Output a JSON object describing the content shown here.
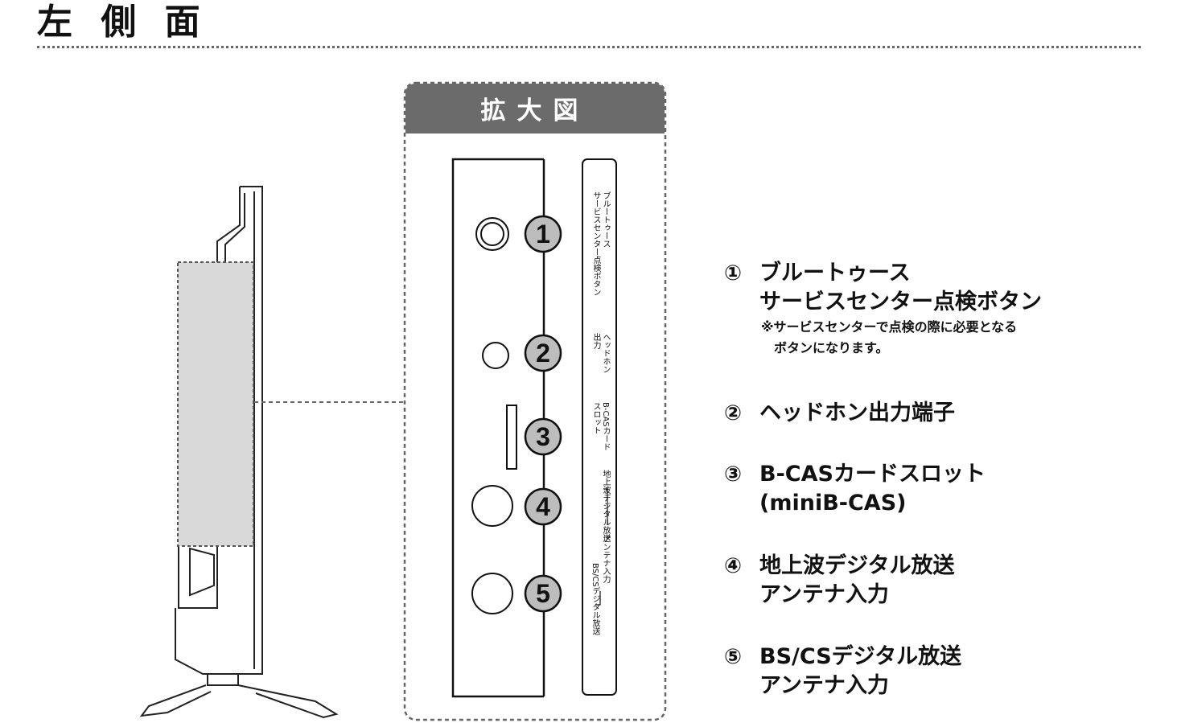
{
  "page_title": "左 側 面",
  "zoom_header": "拡大図",
  "callouts": [
    "1",
    "2",
    "3",
    "4",
    "5"
  ],
  "port_labels": {
    "p1": "ブルートゥース\nサービスセンター点検ボタン",
    "p2": "ヘッドホン\n出力",
    "p3": "B-CASカード\nスロット",
    "p45_a": "地上波デジタル放送",
    "p45_b": "アンテナ入力",
    "p45_c": "BS/CSデジタル放送"
  },
  "legend": [
    {
      "num": "①",
      "text": "ブルートゥース\nサービスセンター点検ボタン",
      "note": "※サービスセンターで点検の際に必要となる\n　ボタンになります。"
    },
    {
      "num": "②",
      "text": "ヘッドホン出力端子"
    },
    {
      "num": "③",
      "text": "B-CASカードスロット\n(miniB-CAS)"
    },
    {
      "num": "④",
      "text": "地上波デジタル放送\nアンテナ入力"
    },
    {
      "num": "⑤",
      "text": "BS/CSデジタル放送\nアンテナ入力"
    }
  ],
  "colors": {
    "header_bg": "#6b6b6b",
    "highlight_bg": "#d9d9d9",
    "badge_bg": "#bdbdbd",
    "dotted": "#777777"
  }
}
